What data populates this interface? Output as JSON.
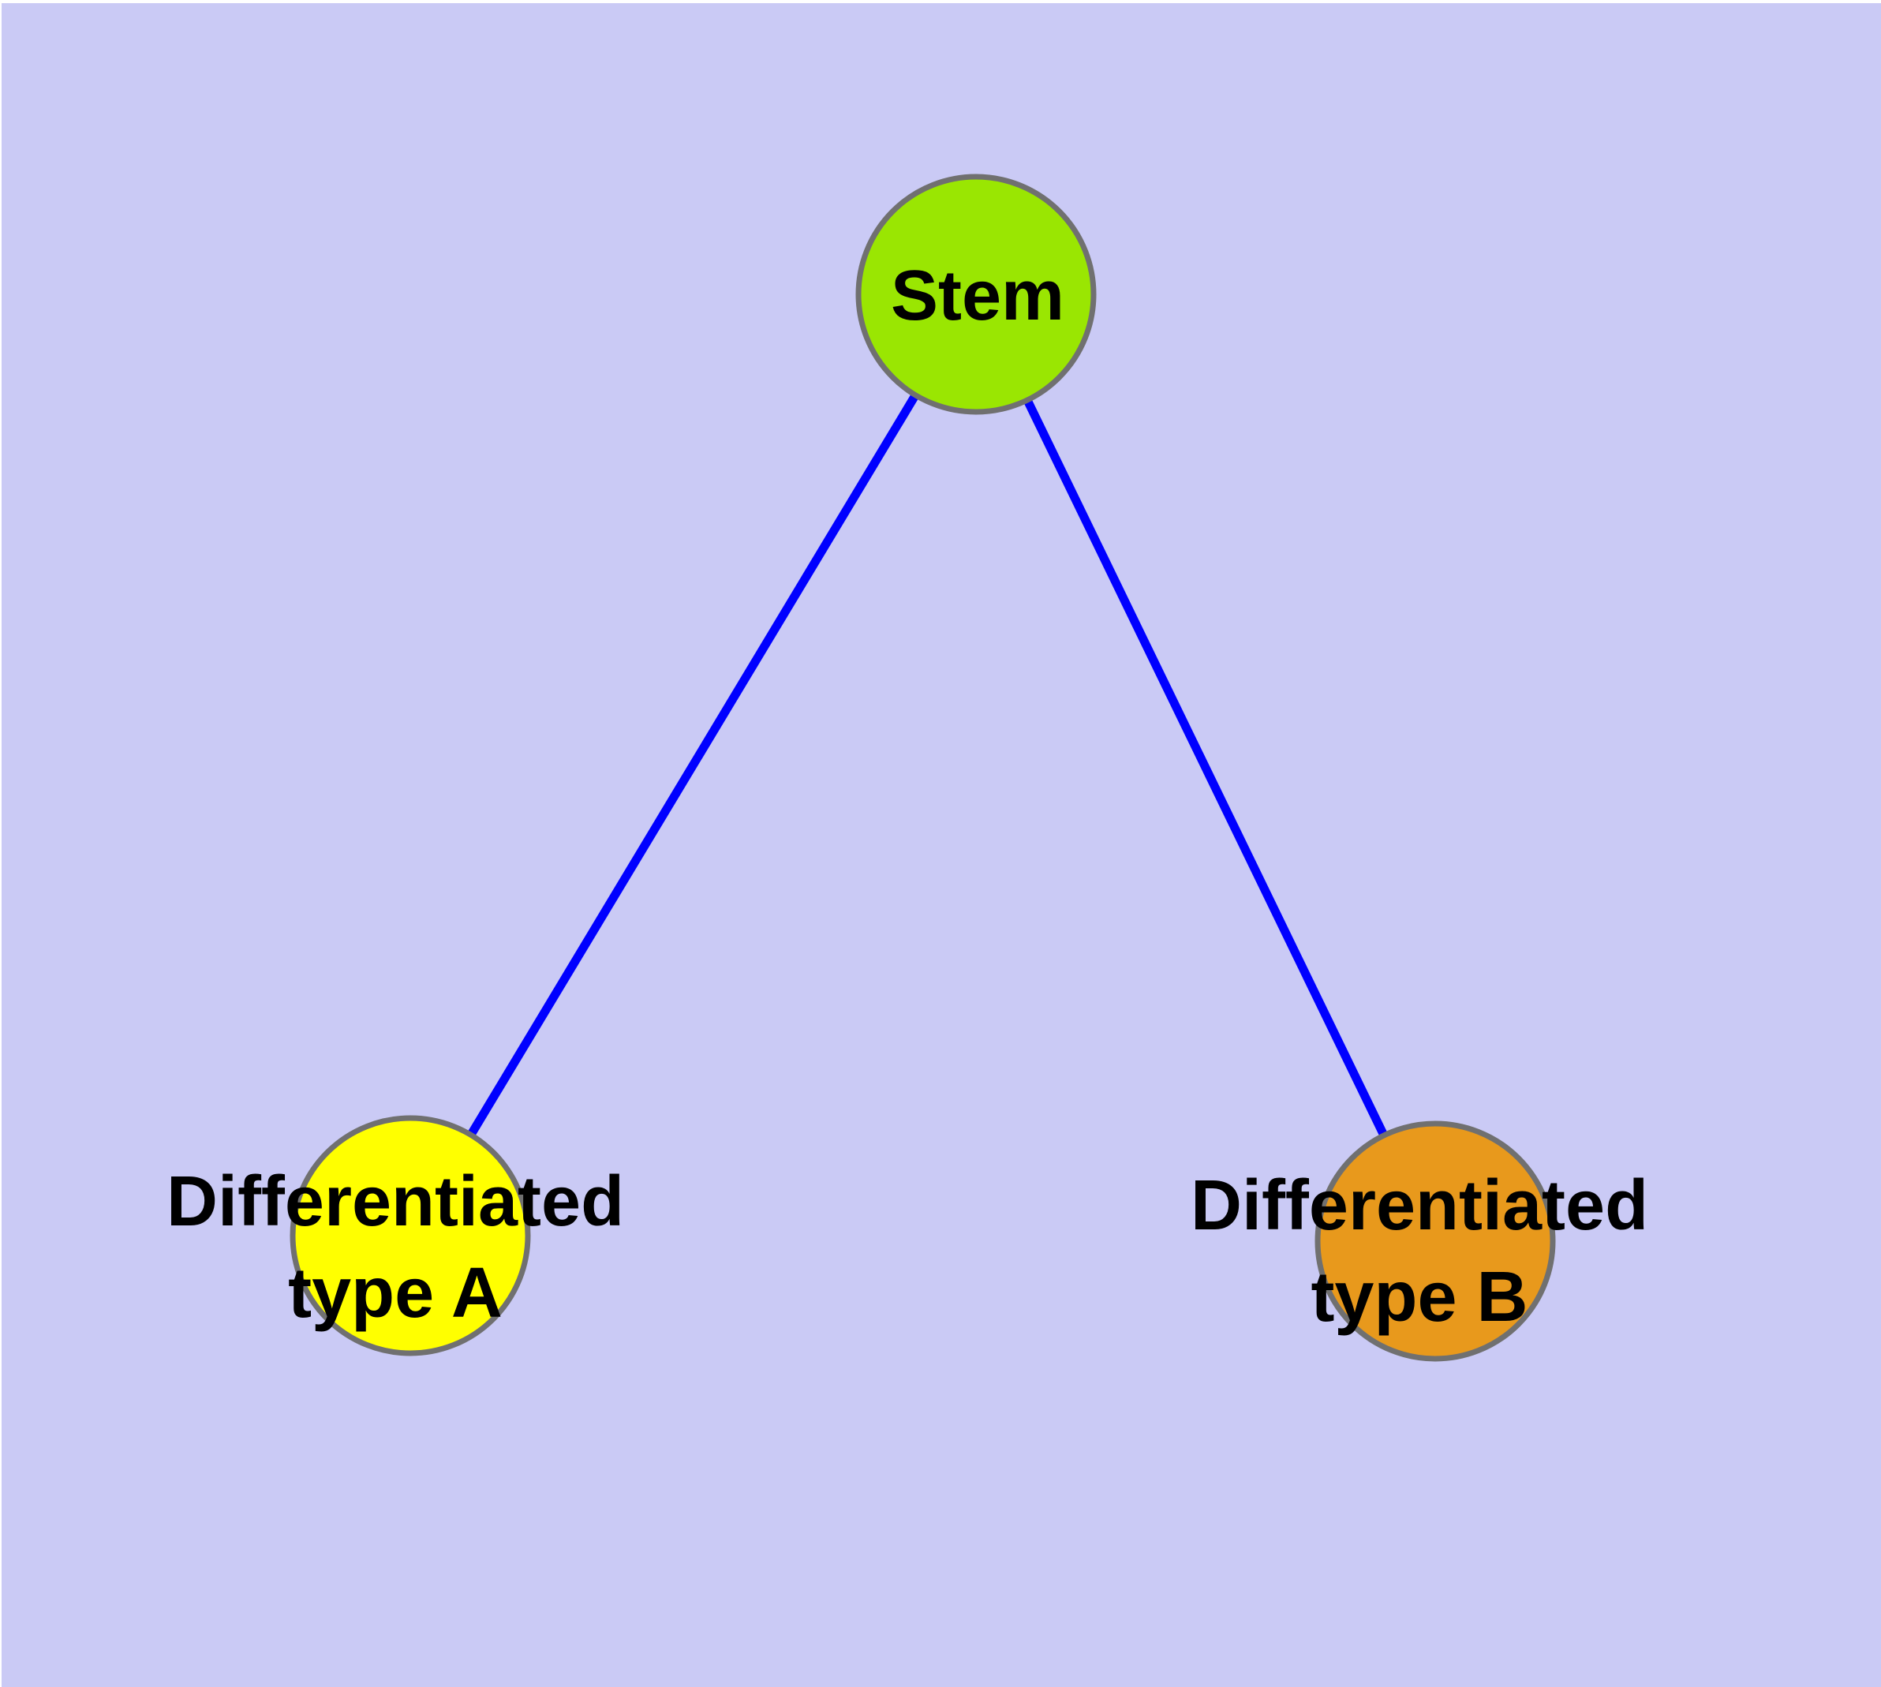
{
  "diagram": {
    "type": "node-link-graph",
    "colors": {
      "canvas_background": "#cacaf5",
      "page_margin": "#ffffff",
      "edge": "#0000ff",
      "node_border": "#707070",
      "label_text": "#000000"
    },
    "nodes": [
      {
        "id": "stem",
        "label": "Stem",
        "color": "#9ae602"
      },
      {
        "id": "differentiated-type-a",
        "label": "Differentiated\ntype A",
        "color": "#ffff00"
      },
      {
        "id": "differentiated-type-b",
        "label": "Differentiated\ntype B",
        "color": "#e8991c"
      }
    ],
    "edges": [
      {
        "from": "Stem",
        "to": "Differentiated type A"
      },
      {
        "from": "Stem",
        "to": "Differentiated type B"
      }
    ]
  }
}
